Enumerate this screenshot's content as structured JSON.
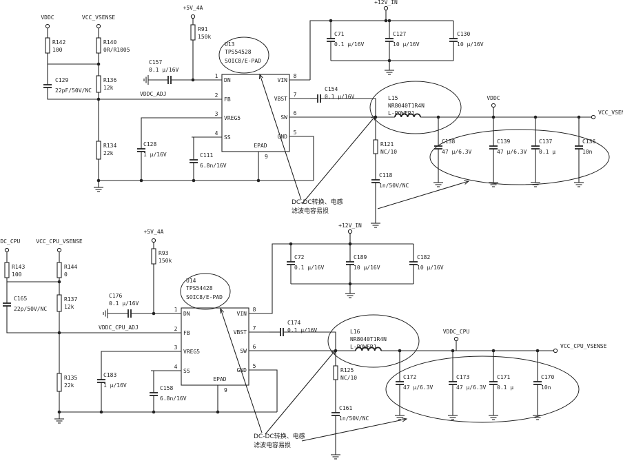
{
  "circuits": [
    {
      "rails": {
        "vddc": "VDDC",
        "vsense": "VCC_VSENSE",
        "v5": "+5V_4A",
        "v12": "+12V_IN",
        "vddc2": "VDDC",
        "vsense_out": "VCC_VSENSE",
        "fb_net": "VDDC_ADJ"
      },
      "ic": {
        "ref": "U13",
        "part": "TPS54528",
        "pkg": "SOIC8/E-PAD",
        "pins": {
          "dn": "DN",
          "fb": "FB",
          "vreg": "VREG5",
          "ss": "SS",
          "vin": "VIN",
          "vbst": "VBST",
          "sw": "SW",
          "gnd": "GND",
          "epad": "EPAD"
        },
        "pin_numbers": {
          "dn": "1",
          "fb": "2",
          "vreg": "3",
          "ss": "4",
          "vin": "8",
          "vbst": "7",
          "sw": "6",
          "gnd": "5",
          "epad": "9"
        }
      },
      "parts": {
        "r_top": {
          "ref": "R142",
          "val": "100"
        },
        "r_sense": {
          "ref": "R140",
          "val": "0R/R1005"
        },
        "c_ff": {
          "ref": "C129",
          "val": "22pF/50V/NC"
        },
        "r_fb1": {
          "ref": "R136",
          "val": "12k"
        },
        "r_fb2": {
          "ref": "R134",
          "val": "22k"
        },
        "r_en": {
          "ref": "R91",
          "val": "150k"
        },
        "c_en": {
          "ref": "C157",
          "val": "0.1 μ/16V"
        },
        "c_vreg": {
          "ref": "C128",
          "val": "1 μ/16V"
        },
        "c_ss": {
          "ref": "C111",
          "val": "6.8n/16V"
        },
        "c_in1": {
          "ref": "C71",
          "val": "0.1 μ/16V"
        },
        "c_in2": {
          "ref": "C127",
          "val": "10 μ/16V"
        },
        "c_in3": {
          "ref": "C130",
          "val": "10 μ/16V"
        },
        "c_bst": {
          "ref": "C154",
          "val": "0.1 μ/16V"
        },
        "inductor": {
          "ref": "L15",
          "val": "NR8040T1R4N",
          "name": "L-POWER1"
        },
        "r_snub": {
          "ref": "R121",
          "val": "NC/10"
        },
        "c_snub": {
          "ref": "C118",
          "val": "1n/50V/NC"
        },
        "c_out1": {
          "ref": "C138",
          "val": "47 μ/6.3V"
        },
        "c_out2": {
          "ref": "C139",
          "val": "47 μ/6.3V"
        },
        "c_out3": {
          "ref": "C137",
          "val": "0.1 μ"
        },
        "c_out4": {
          "ref": "C136",
          "val": "10n"
        }
      },
      "note": [
        "DC-DC转换、电感",
        "滤波电容易损"
      ]
    },
    {
      "rails": {
        "vddc": "VDDC_CPU",
        "vsense": "VCC_CPU_VSENSE",
        "v5": "+5V_4A",
        "v12": "+12V_IN",
        "vddc2": "VDDC_CPU",
        "vsense_out": "VCC_CPU_VSENSE",
        "fb_net": "VDDC_CPU_ADJ"
      },
      "ic": {
        "ref": "U14",
        "part": "TPS54428",
        "pkg": "SOIC8/E-PAD",
        "pins": {
          "dn": "DN",
          "fb": "FB",
          "vreg": "VREG5",
          "ss": "SS",
          "vin": "VIN",
          "vbst": "VBST",
          "sw": "SW",
          "gnd": "GND",
          "epad": "EPAD"
        },
        "pin_numbers": {
          "dn": "1",
          "fb": "2",
          "vreg": "3",
          "ss": "4",
          "vin": "8",
          "vbst": "7",
          "sw": "6",
          "gnd": "5",
          "epad": "9"
        }
      },
      "parts": {
        "r_top": {
          "ref": "R143",
          "val": "100"
        },
        "r_sense": {
          "ref": "R144",
          "val": "0"
        },
        "c_ff": {
          "ref": "C165",
          "val": "22p/50V/NC"
        },
        "r_fb1": {
          "ref": "R137",
          "val": "12k"
        },
        "r_fb2": {
          "ref": "R135",
          "val": "22k"
        },
        "r_en": {
          "ref": "R93",
          "val": "150k"
        },
        "c_en": {
          "ref": "C176",
          "val": "0.1 μ/16V"
        },
        "c_vreg": {
          "ref": "C183",
          "val": "1 μ/16V"
        },
        "c_ss": {
          "ref": "C158",
          "val": "6.8n/16V"
        },
        "c_in1": {
          "ref": "C72",
          "val": "0.1 μ/16V"
        },
        "c_in2": {
          "ref": "C189",
          "val": "10 μ/16V"
        },
        "c_in3": {
          "ref": "C182",
          "val": "10 μ/16V"
        },
        "c_bst": {
          "ref": "C174",
          "val": "0.1 μ/16V"
        },
        "inductor": {
          "ref": "L16",
          "val": "NR8040T1R4N",
          "name": "L-POWER1"
        },
        "r_snub": {
          "ref": "R125",
          "val": "NC/10"
        },
        "c_snub": {
          "ref": "C161",
          "val": "1n/50V/NC"
        },
        "c_out1": {
          "ref": "C172",
          "val": "47 μ/6.3V"
        },
        "c_out2": {
          "ref": "C173",
          "val": "47 μ/6.3V"
        },
        "c_out3": {
          "ref": "C171",
          "val": "0.1 μ"
        },
        "c_out4": {
          "ref": "C170",
          "val": "10n"
        }
      },
      "note": [
        "DC-DC转换、电感",
        "滤波电容易损"
      ]
    }
  ]
}
